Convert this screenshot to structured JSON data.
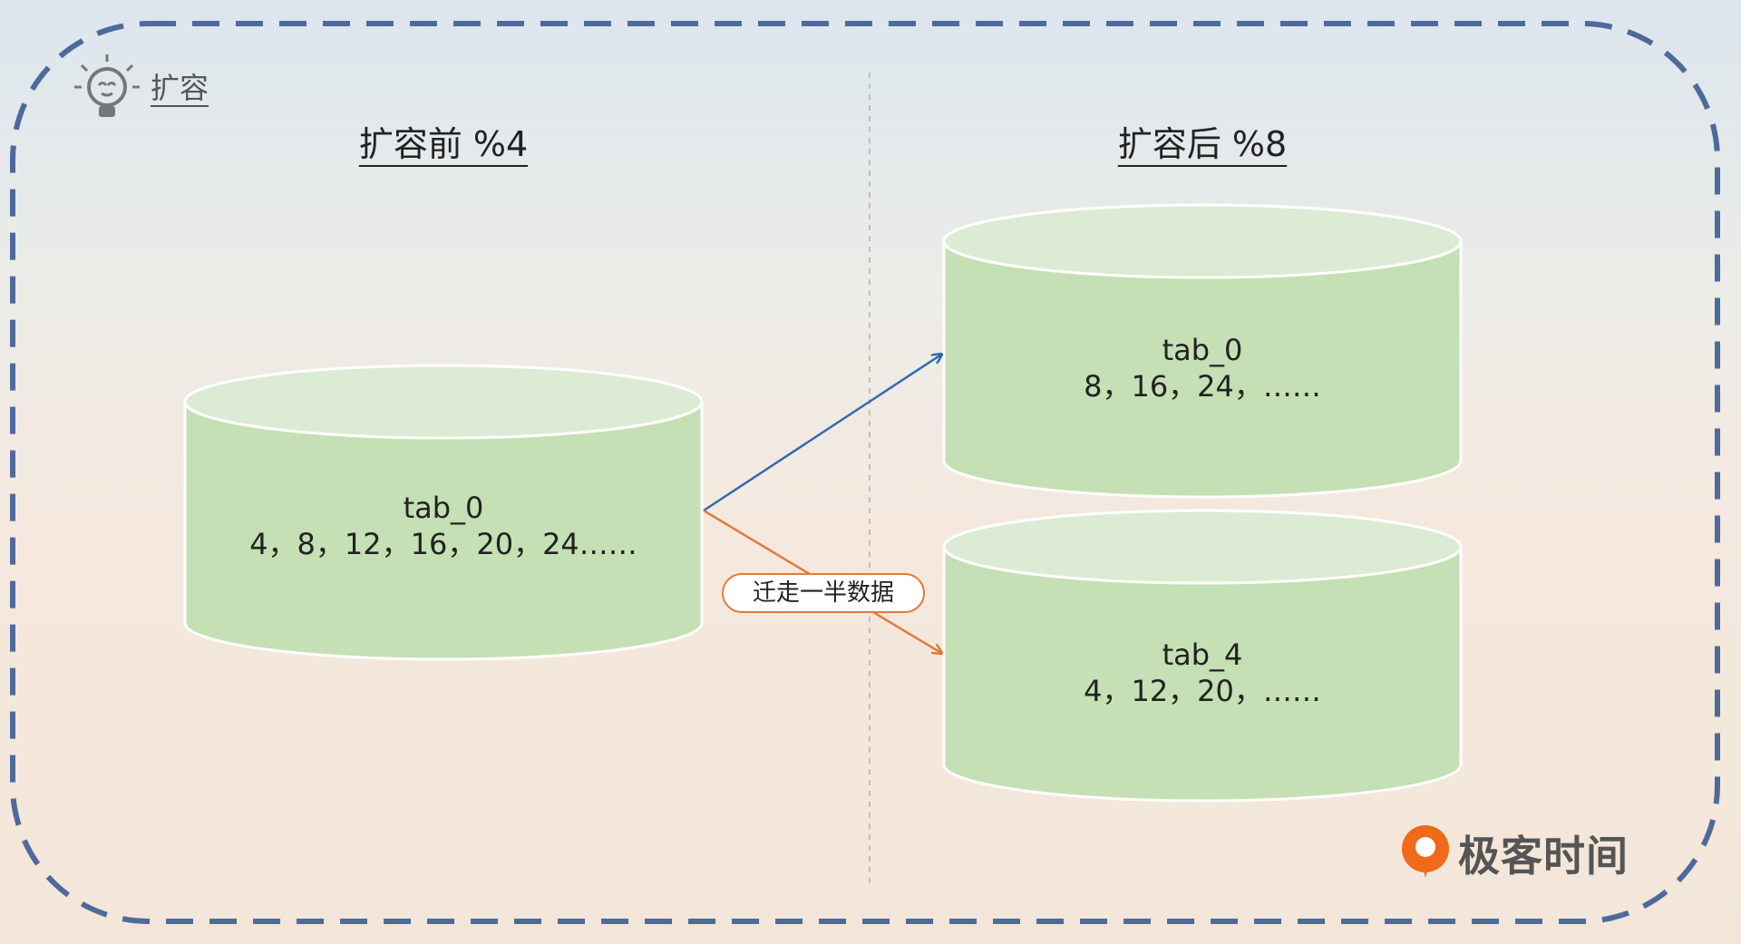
{
  "header": {
    "label": "扩容"
  },
  "left": {
    "title": "扩容前 %4",
    "db": {
      "name": "tab_0",
      "values": "4，8，12，16，20，24……"
    }
  },
  "right": {
    "title": "扩容后 %8",
    "db_top": {
      "name": "tab_0",
      "values": "8，16，24，……"
    },
    "db_bottom": {
      "name": "tab_4",
      "values": "4，12，20，……"
    }
  },
  "migration_label": "迁走一半数据",
  "brand": {
    "text": "极客时间"
  },
  "colors": {
    "border_dash": "#4e6a9a",
    "cylinder_body": "#c5e0b4",
    "cylinder_top": "#dcebd3",
    "arrow_blue": "#2e6bb0",
    "arrow_orange": "#e07b39",
    "brand_orange": "#f06a1a"
  }
}
